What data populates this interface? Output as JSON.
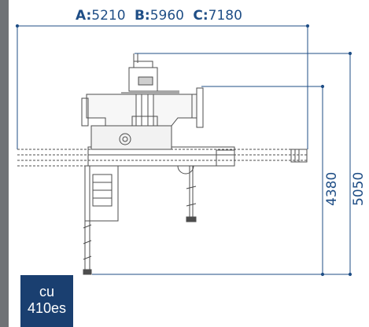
{
  "dimensions": {
    "a_key": "A:",
    "a_value": "5210",
    "b_key": "B:",
    "b_value": "5960",
    "c_key": "C:",
    "c_value": "7180",
    "height_inner": "4380",
    "height_outer": "5050"
  },
  "badge": {
    "line1": "cu",
    "line2": "410es"
  },
  "colors": {
    "accent": "#1f4e86",
    "badge_bg": "#1a3f70",
    "side_bar": "#6f7276",
    "drawing": "#4d4d4d"
  }
}
